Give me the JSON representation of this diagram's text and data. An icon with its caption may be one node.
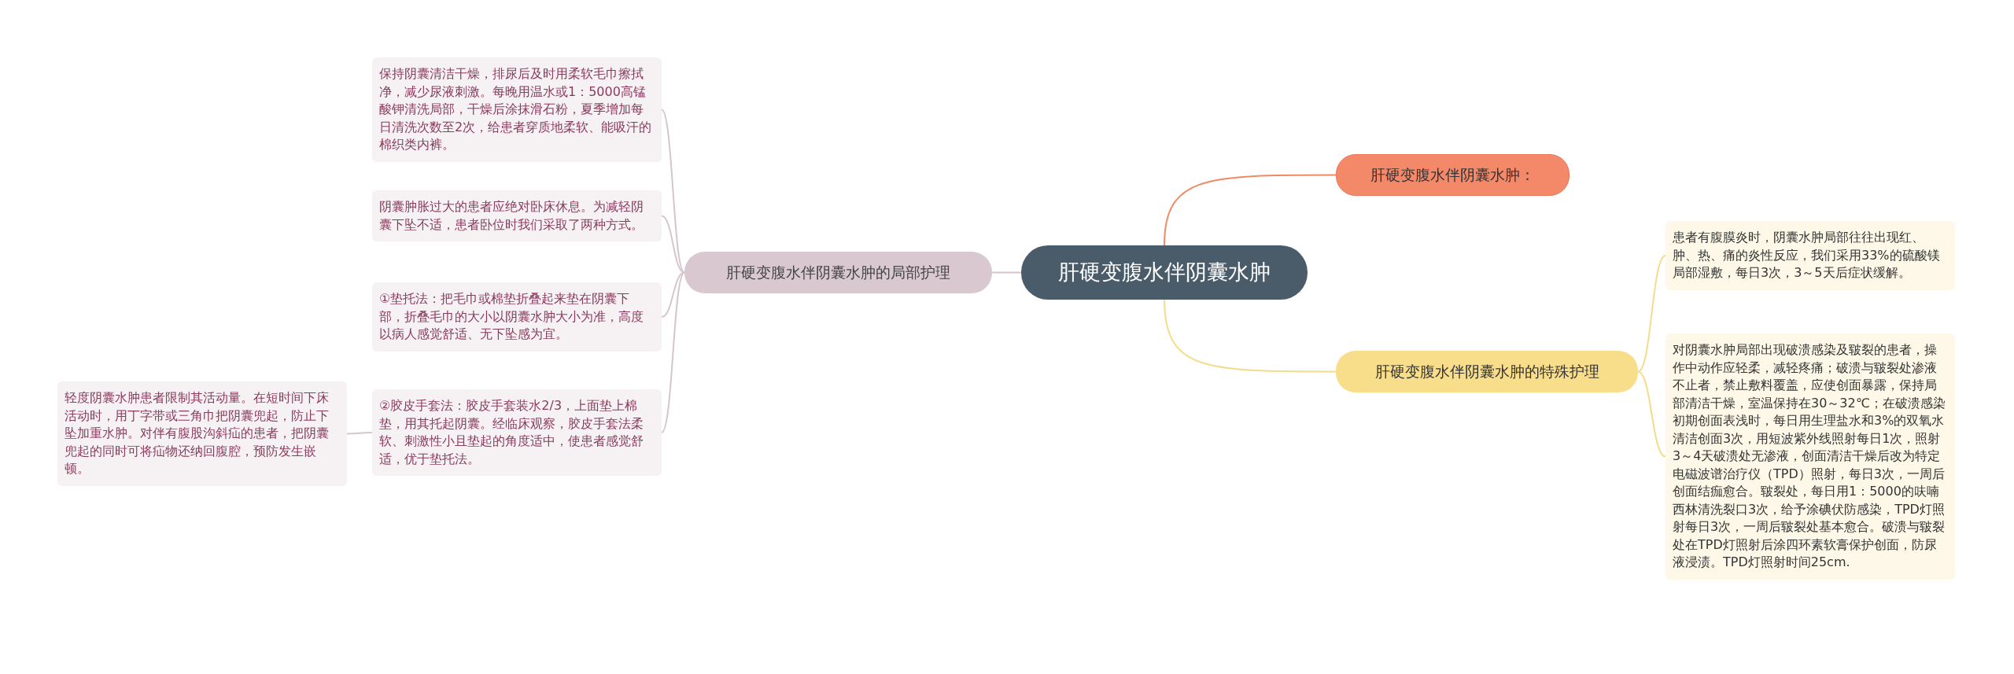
{
  "diagram": {
    "nodes": [
      {
        "text": [
          "肝硬变腹水伴阴囊水肿"
        ]
      },
      {
        "text": [
          "肝硬变腹水伴阴囊水肿："
        ]
      },
      {
        "text": [
          "肝硬变腹水伴阴囊水肿的局部护理"
        ]
      },
      {
        "text": [
          "保持阴囊清洁干燥，排尿后及时用柔软毛巾擦拭净，减少尿液刺激。每晚用温水或1：5000高锰酸钾清洗局部，干燥后涂抹滑石粉，夏季增加每日清洗次数至2次，给患者穿质地柔软、能吸汗的棉织类内裤。"
        ]
      },
      {
        "text": [
          "阴囊肿胀过大的患者应绝对卧床休息。为减轻阴囊下坠不适，患者卧位时我们采取了两种方式。"
        ]
      },
      {
        "text": [
          "①垫托法：把毛巾或棉垫折叠起来垫在阴囊下部，折叠毛巾的大小以阴囊水肿大小为准，高度以病人感觉舒适、无下坠感为宜。"
        ]
      },
      {
        "text": [
          "②胶皮手套法：胶皮手套装水2/3，上面垫上棉垫，用其托起阴囊。经临床观察，胶皮手套法柔软、刺激性小且垫起的角度适中，使患者感觉舒适，优于垫托法。"
        ]
      },
      {
        "text": [
          "轻度阴囊水肿患者限制其活动量。在短时间下床活动时，用丁字带或三角巾把阴囊兜起，防止下坠加重水肿。对伴有腹股沟斜疝的患者，把阴囊兜起的同时可将疝物还纳回腹腔，预防发生嵌顿。"
        ]
      },
      {
        "text": [
          "肝硬变腹水伴阴囊水肿的特殊护理"
        ]
      },
      {
        "text": [
          "患者有腹膜炎时，阴囊水肿局部往往出现红、肿、热、痛的炎性反应，我们采用33%的硫酸镁局部湿敷，每日3次，3～5天后症状缓解。"
        ]
      },
      {
        "text": [
          "对阴囊水肿局部出现破溃感染及皲裂的患者，操作中动作应轻柔，减轻疼痛；破溃与皲裂处渗液不止者，禁止敷料覆盖，应使创面暴露，保持局部清洁干燥，室温保持在30～32℃；在破溃感染初期创面表浅时，每日用生理盐水和3%的双氧水清洁创面3次，用短波紫外线照射每日1次，照射3～4天破溃处无渗液，创面清洁干燥后改为特定电磁波谱治疗仪（TPD）照射，每日3次，一周后创面结痂愈合。皲裂处，每日用1：5000的呋喃西林清洗裂口3次，给予涂碘伏防感染，TPD灯照射每日3次，一周后皲裂处基本愈合。破溃与皲裂处在TPD灯照射后涂四环素软膏保护创面，防尿液浸渍。TPD灯照射时间25cm."
        ]
      }
    ],
    "edges": [
      {
        "from": 0,
        "to": 1,
        "arrow": "none",
        "color": "#f08a65"
      },
      {
        "from": 0,
        "to": 8,
        "arrow": "none",
        "color": "#f3dc8c"
      },
      {
        "from": 0,
        "to": 2,
        "arrow": "none"
      },
      {
        "from": 2,
        "to": 3,
        "arrow": "none"
      },
      {
        "from": 2,
        "to": 4,
        "arrow": "none"
      },
      {
        "from": 2,
        "to": 5,
        "arrow": "none"
      },
      {
        "from": 2,
        "to": 6,
        "arrow": "none"
      },
      {
        "from": 6,
        "to": 7,
        "arrow": "none"
      },
      {
        "from": 8,
        "to": 9,
        "arrow": "none",
        "color": "#f3dc8c"
      },
      {
        "from": 8,
        "to": 10,
        "arrow": "none",
        "color": "#f3dc8c"
      }
    ]
  }
}
